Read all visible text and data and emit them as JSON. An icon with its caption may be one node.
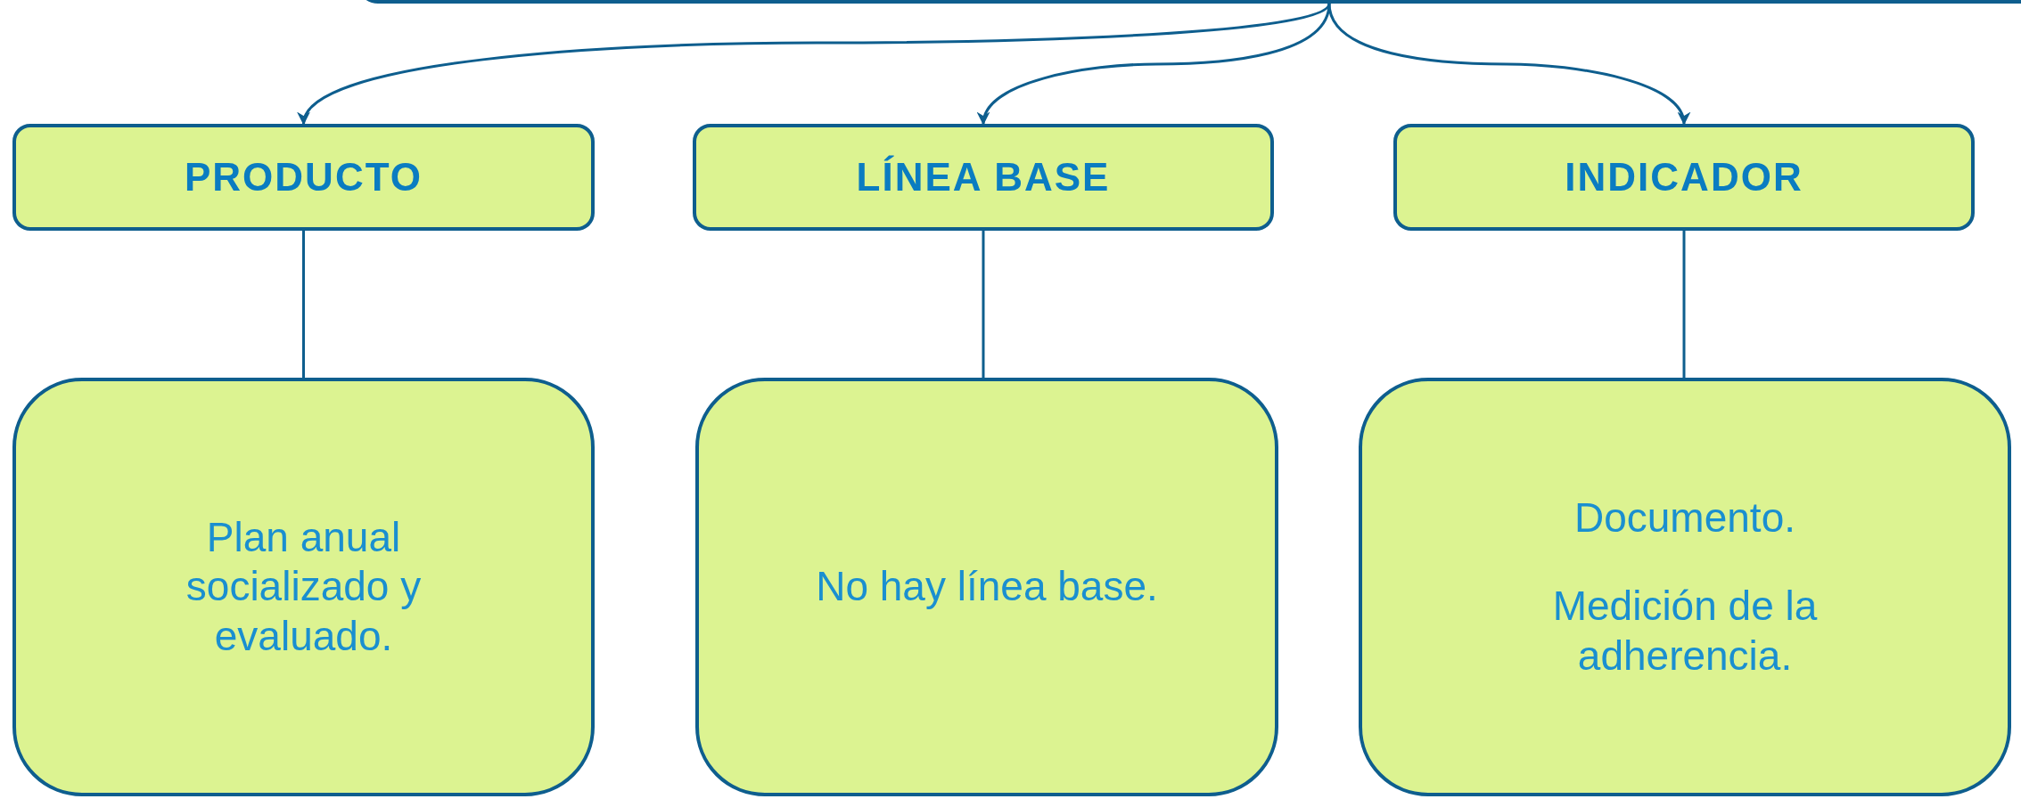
{
  "diagram": {
    "nodes": [
      {
        "text": [],
        "shape": "box"
      },
      {
        "text": [
          "PRODUCTO"
        ]
      },
      {
        "text": [
          "LÍNEA BASE"
        ]
      },
      {
        "text": [
          "INDICADOR"
        ]
      },
      {
        "text": [
          "Plan anual socializado y evaluado."
        ]
      },
      {
        "text": [
          "No hay línea base."
        ]
      },
      {
        "text": [
          "Documento.",
          "Medición de la adherencia."
        ]
      }
    ],
    "edges": [
      {
        "from": 0,
        "to": 1,
        "arrow": "to"
      },
      {
        "from": 0,
        "to": 2,
        "arrow": "to"
      },
      {
        "from": 0,
        "to": 3,
        "arrow": "to"
      },
      {
        "from": 1,
        "to": 4,
        "arrow": "none"
      },
      {
        "from": 2,
        "to": 5,
        "arrow": "none"
      },
      {
        "from": 3,
        "to": 6,
        "arrow": "none"
      }
    ]
  }
}
